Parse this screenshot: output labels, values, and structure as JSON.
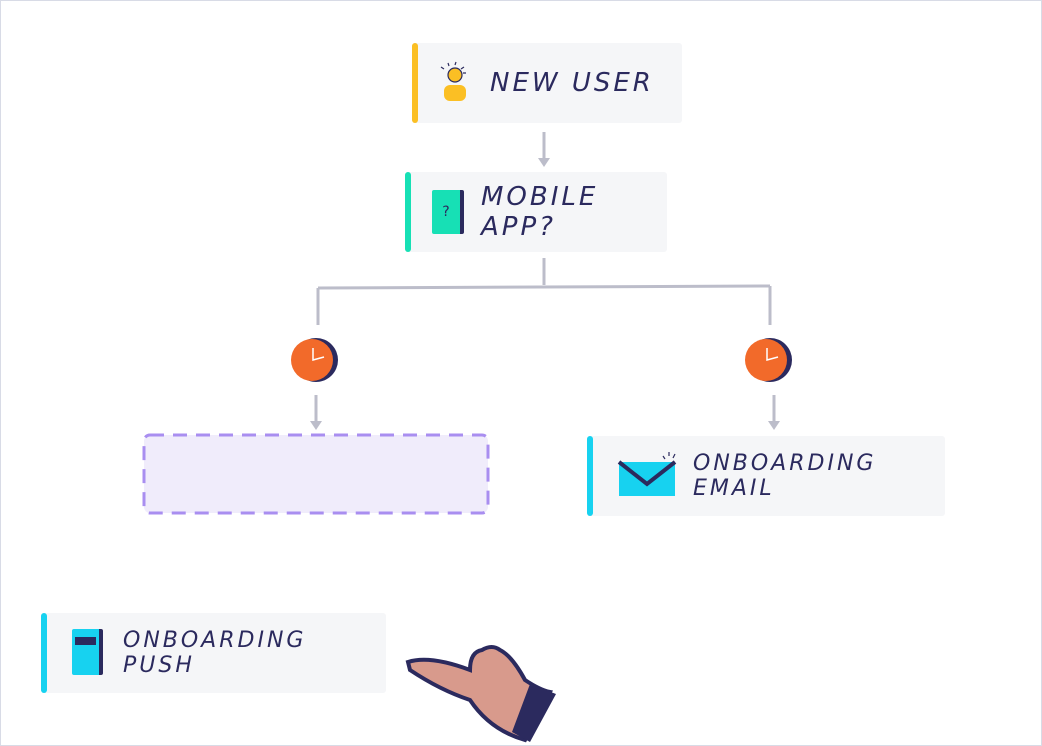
{
  "nodes": {
    "new_user": {
      "label": "NEW USER",
      "color": "#fbbf24"
    },
    "mobile_app": {
      "label": "MOBILE APP?",
      "color": "#17e0b5"
    },
    "onboarding_email": {
      "label": "ONBOARDING EMAIL",
      "color": "#17d2f0"
    },
    "onboarding_push": {
      "label": "ONBOARDING PUSH",
      "color": "#17d2f0"
    }
  },
  "mobile_icon_text": "?",
  "colors": {
    "line": "#bcbdca",
    "timer": "#f26a2a",
    "placeholder_fill": "#f0ecfb",
    "placeholder_border": "#a98ef0",
    "ink": "#2b2a5e"
  }
}
